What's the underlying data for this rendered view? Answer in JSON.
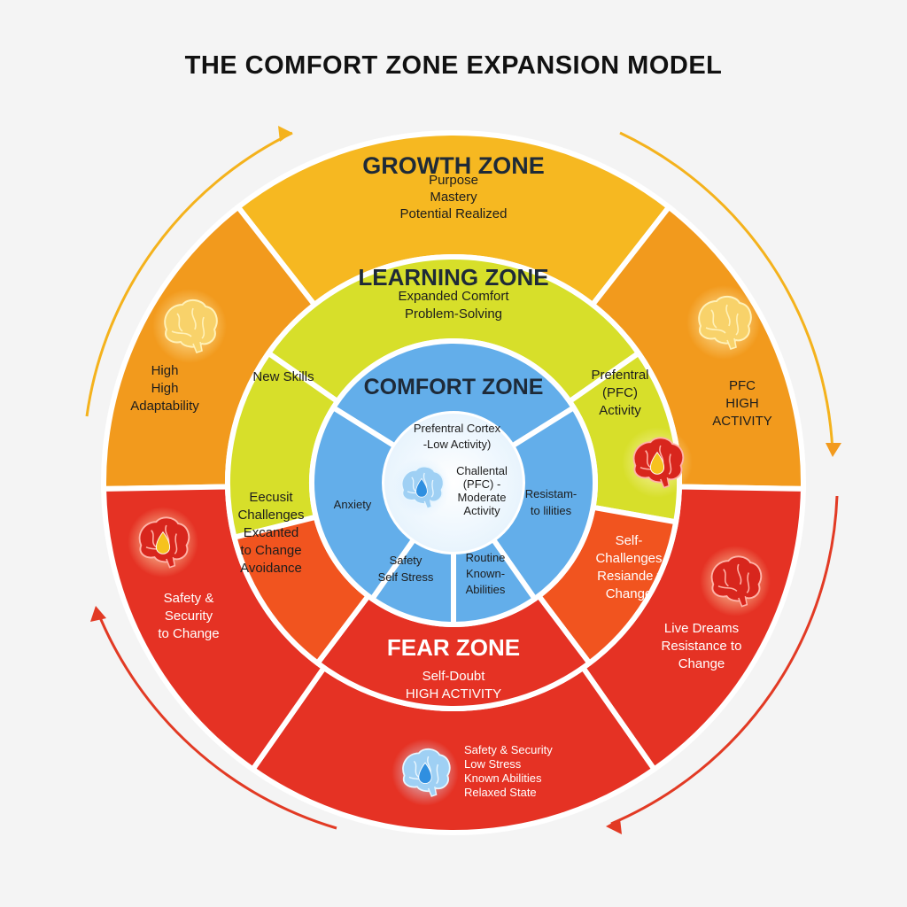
{
  "title": "THE COMFORT ZONE EXPANSION MODEL",
  "zones": {
    "growth": {
      "title": "GROWTH ZONE",
      "lines": [
        "Purpose",
        "Mastery",
        "Potential Realized"
      ]
    },
    "learning": {
      "title": "LEARNING ZONE",
      "lines": [
        "Expanded Comfort",
        "Problem-Solving"
      ]
    },
    "comfort": {
      "title": "COMFORT ZONE"
    },
    "fear": {
      "title": "FEAR ZONE",
      "lines": [
        "Self-Doubt",
        "HIGH ACTIVITY"
      ]
    }
  },
  "outer_segments": {
    "left_upper": [
      "High",
      "High",
      "Adaptability"
    ],
    "right_upper": [
      "PFC",
      "HIGH",
      "ACTIVITY"
    ],
    "left_lower": [
      "Safety &",
      "Security",
      "to Change"
    ],
    "right_lower": [
      "Live Dreams",
      "Resistance to",
      "Change"
    ],
    "bottom": [
      "Safety & Security",
      "Low Stress",
      "Known Abilities",
      "Relaxed State"
    ]
  },
  "middle_segments": {
    "new_skills": "New Skills",
    "prefrontal": [
      "Prefentral",
      "(PFC)",
      "Activity"
    ],
    "left_red": [
      "Eecusit",
      "Challenges",
      "Excanted",
      "to Change",
      "Avoidance"
    ],
    "self_challenges": [
      "Self-",
      "Challenges",
      "Resiande t",
      "Change"
    ]
  },
  "inner_segments": {
    "center_top": [
      "Prefentral Cortex",
      "-Low Activity)"
    ],
    "center_mid": [
      "Challental",
      "(PFC) -",
      "Moderate",
      "Activity"
    ],
    "anxiety": "Anxiety",
    "resistance": [
      "Resistam-",
      "to lilities"
    ],
    "safety": [
      "Safety",
      "Self Stress"
    ],
    "routine": [
      "Routine",
      "Known-",
      "Abilities"
    ]
  },
  "colors": {
    "growth_yellow": "#f6b821",
    "growth_orange": "#f29a1d",
    "learning": "#d7df2a",
    "comfort": "#63aeea",
    "fear_orange": "#f1541f",
    "fear_red": "#e53224",
    "arrow_yellow": "#f4b21c",
    "arrow_red": "#e23a24"
  },
  "icons": [
    "brain-icon",
    "brain-icon-red",
    "brain-icon-water",
    "arrow-icon"
  ]
}
